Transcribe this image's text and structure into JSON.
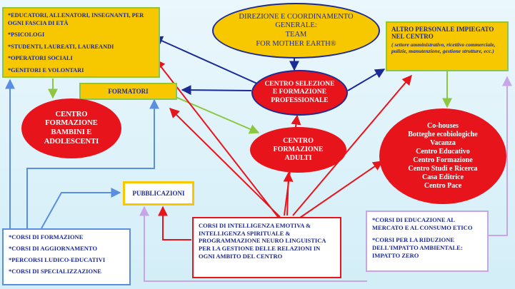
{
  "nodes": {
    "educators": [
      "*EDUCATORI, ALLENATORI, INSEGNANTI, PER OGNI FASCIA DI ETÀ",
      "*PSICOLOGI",
      "*STUDENTI, LAUREATI, LAUREANDI",
      "*OPERATORI SOCIALI",
      "*GENITORI E VOLONTARI"
    ],
    "direzione": [
      "DIREZIONE E COORDINAMENTO",
      "GENERALE:",
      "TEAM",
      "FOR MOTHER EARTH®"
    ],
    "altro_title": [
      "ALTRO PERSONALE IMPIEGATO",
      "NEL CENTRO"
    ],
    "altro_sub": "( settore amministrativo, ricettivo commerciale, pulizie, manutenzione, gestione strutture, ecc.)",
    "formatori": "FORMATORI",
    "selezione": [
      "CENTRO SELEZIONE",
      "E FORMAZIONE",
      "PROFESSIONALE"
    ],
    "bambini": [
      "CENTRO",
      "FORMAZIONE",
      "BAMBINI E",
      "ADOLESCENTI"
    ],
    "adulti": [
      "CENTRO",
      "FORMAZIONE",
      "ADULTI"
    ],
    "cohouses": [
      "Co-houses",
      "Botteghe ecobiologiche",
      "Vacanza",
      "Centro Educativo",
      "Centro Formazione",
      "Centro Studi e Ricerca",
      "Casa Editrice",
      "Centro Pace"
    ],
    "pubblicazioni": "PUBBLICAZIONI",
    "corsi_intelligenza": "CORSI DI INTELLIGENZA EMOTIVA & INTELLIGENZA SPIRITUALE & PROGRAMMAZIONE NEURO LINGUISTICA PER LA GESTIONE DELLE RELAZIONI IN OGNI AMBITO DEL CENTRO",
    "corsi_formazione": [
      "*CORSI DI FORMAZIONE",
      "*CORSI DI AGGIORNAMENTO",
      "*PERCORSI LUDICO-EDUCATIVI",
      "*CORSI DI SPECIALIZZAZIONE"
    ],
    "corsi_educazione": [
      "*CORSI DI EDUCAZIONE AL MERCATO E AL CONSUMO ETICO",
      "*CORSI PER LA RIDUZIONE DELL'IMPATTO AMBIENTALE: IMPATTO ZERO"
    ]
  },
  "colors": {
    "yellow": "#f7c800",
    "red": "#e8141c",
    "blue": "#1c2a96",
    "green": "#8dc63f",
    "light_blue": "#5a8ee0",
    "lavender": "#c7a6e8"
  }
}
